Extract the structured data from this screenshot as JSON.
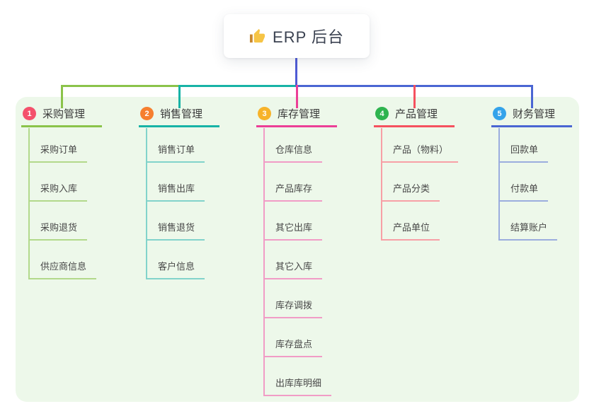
{
  "root": {
    "title": "ERP 后台",
    "icon": "thumbs-up-icon"
  },
  "colors": {
    "panel_bg": "#edf8ea",
    "title_text": "#3a4150",
    "root_link": "#4f5bd5",
    "thumb_yellow": "#f6c445",
    "thumb_cuff": "#c8872e"
  },
  "branches": [
    {
      "num": "1",
      "label": "采购管理",
      "badge_color": "#f4516c",
      "line_color": "#8bc34a",
      "light_color": "#b2d98b",
      "children": [
        "采购订单",
        "采购入库",
        "采购退货",
        "供应商信息"
      ]
    },
    {
      "num": "2",
      "label": "销售管理",
      "badge_color": "#f67f2f",
      "line_color": "#17b3a6",
      "light_color": "#82d3cb",
      "children": [
        "销售订单",
        "销售出库",
        "销售退货",
        "客户信息"
      ]
    },
    {
      "num": "3",
      "label": "库存管理",
      "badge_color": "#f7b32a",
      "line_color": "#ec3f97",
      "light_color": "#f19cc6",
      "children": [
        "仓库信息",
        "产品库存",
        "其它出库",
        "其它入库",
        "库存调拨",
        "库存盘点",
        "出库库明细"
      ]
    },
    {
      "num": "4",
      "label": "产品管理",
      "badge_color": "#2eb44f",
      "line_color": "#f5515f",
      "light_color": "#f7a0a6",
      "children": [
        "产品（物料）",
        "产品分类",
        "产品单位"
      ]
    },
    {
      "num": "5",
      "label": "财务管理",
      "badge_color": "#34a3ea",
      "line_color": "#4a66d3",
      "light_color": "#9badde",
      "children": [
        "回款单",
        "付款单",
        "结算账户"
      ]
    }
  ]
}
